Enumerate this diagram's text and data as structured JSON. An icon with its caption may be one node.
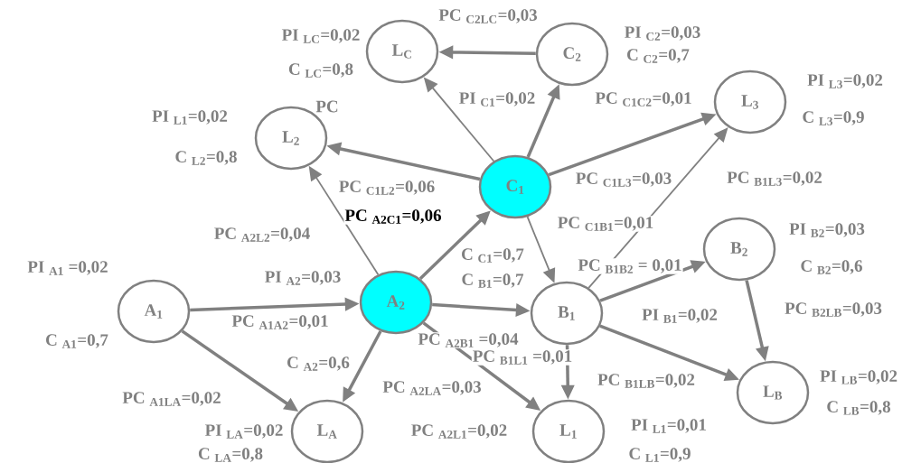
{
  "diagram": {
    "nodes": [
      {
        "text": [
          "L$_{C}$"
        ],
        "beside": [
          "PI $_{LC}$=0,02",
          "C $_{LC}$=0,8"
        ]
      },
      {
        "text": [
          "C$_{2}$"
        ],
        "beside": [
          "PI $_{C2}$=0,03",
          "C $_{C2}$=0,7"
        ]
      },
      {
        "text": [
          "L$_{2}$"
        ],
        "beside": [
          "PI $_{L1}$=0,02",
          "C $_{L2}$=0,8"
        ]
      },
      {
        "text": [
          "L$_{3}$"
        ],
        "beside": [
          "PI $_{L3}$=0,02",
          "C $_{L3}$=0,9"
        ]
      },
      {
        "text": [
          "C$_{1}$"
        ],
        "beside": [
          "C $_{C1}$=0,7"
        ]
      },
      {
        "text": [
          "B$_{2}$"
        ],
        "beside": [
          "PI $_{B2}$=0,03",
          "C $_{B2}$=0,6"
        ]
      },
      {
        "text": [
          "A$_{1}$"
        ],
        "beside": [
          "PI $_{A1}$ =0,02",
          "C $_{A1}$=0,7"
        ]
      },
      {
        "text": [
          "A$_{2}$"
        ],
        "beside": [
          "PI $_{A2}$=0,03",
          "C $_{A2}$=0,6"
        ]
      },
      {
        "text": [
          "B$_{1}$"
        ],
        "beside": [
          "PI $_{B1}$=0,02",
          "C $_{B1}$=0,7"
        ]
      },
      {
        "text": [
          "L$_{B}$"
        ],
        "beside": [
          "PI $_{LB}$=0,02",
          "C $_{LB}$=0,8"
        ]
      },
      {
        "text": [
          "L$_{A}$"
        ],
        "beside": [
          "PI $_{LA}$=0,02",
          "C $_{LA}$=0,8"
        ]
      },
      {
        "text": [
          "L$_{1}$"
        ],
        "beside": [
          "PI $_{L1}$=0,01",
          "C $_{L1}$=0,9"
        ]
      }
    ],
    "edges": [
      {
        "from": 1,
        "to": 0,
        "arrow": "to",
        "label": "PC $_{C2LC}$=0,03"
      },
      {
        "from": 4,
        "to": 2,
        "arrow": "to",
        "label": "PC $_{C1L2}$=0,06"
      },
      {
        "from": 7,
        "to": 4,
        "arrow": "to",
        "label": "PC $_{A2C1}$=0,06"
      },
      {
        "from": 7,
        "to": 2,
        "arrow": "to",
        "label": "PC $_{A2L2}$=0,04"
      },
      {
        "from": 6,
        "to": 7,
        "arrow": "to",
        "label": "PC $_{A1A2}$=0,01"
      },
      {
        "from": 6,
        "to": 10,
        "arrow": "to",
        "label": "PC $_{A1LA}$=0,02"
      },
      {
        "from": 7,
        "to": 10,
        "arrow": "to",
        "label": "PC $_{A2LA}$=0,03"
      },
      {
        "from": 7,
        "to": 11,
        "arrow": "to",
        "label": "PC $_{A2L1}$=0,02"
      },
      {
        "from": 7,
        "to": 8,
        "arrow": "to",
        "label": "PC $_{A2B1}$ =0,04"
      },
      {
        "from": 8,
        "to": 11,
        "arrow": "to",
        "label": "PC $_{B1L1}$ =0,01"
      },
      {
        "from": 8,
        "to": 9,
        "arrow": "to",
        "label": "PC $_{B1LB}$=0,02"
      },
      {
        "from": 5,
        "to": 9,
        "arrow": "to",
        "label": "PC $_{B2LB}$=0,03"
      },
      {
        "from": 8,
        "to": 5,
        "arrow": "to",
        "label": "PC $_{B1B2}$ = 0,01"
      },
      {
        "from": 4,
        "to": 8,
        "arrow": "to",
        "label": "PC $_{C1B1}$=0,01"
      },
      {
        "from": 4,
        "to": 3,
        "arrow": "to",
        "label": "PC $_{C1L3}$=0,03"
      },
      {
        "from": 8,
        "to": 3,
        "arrow": "to",
        "label": "PC $_{B1L3}$=0,02"
      },
      {
        "from": 4,
        "to": 1,
        "arrow": "to",
        "label": "PC $_{C1C2}$=0,01"
      },
      {
        "from": 4,
        "to": 0,
        "arrow": "to"
      }
    ],
    "labels": [
      "PC",
      "PI $_{C1}$=0,02"
    ]
  }
}
